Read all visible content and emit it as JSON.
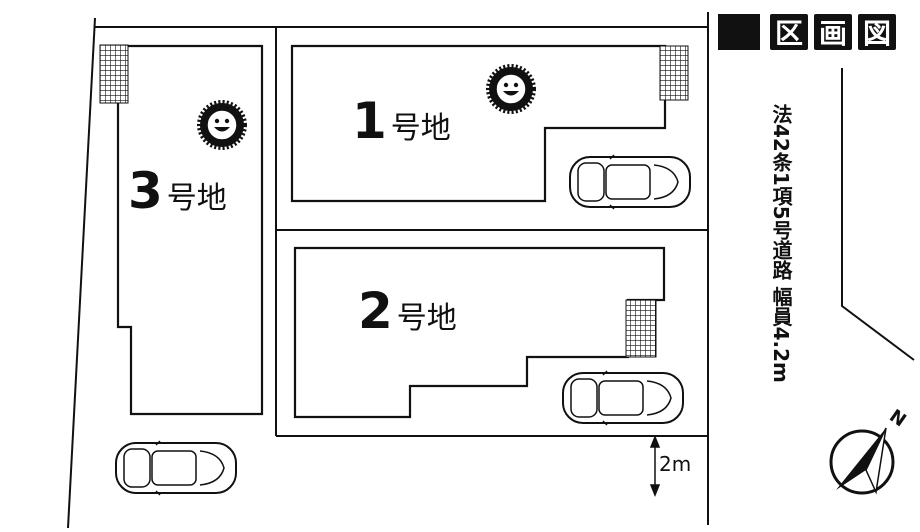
{
  "title": {
    "chars": [
      "区",
      "画",
      "図"
    ]
  },
  "lots": [
    {
      "num": "1",
      "suffix": "号地"
    },
    {
      "num": "2",
      "suffix": "号地"
    },
    {
      "num": "3",
      "suffix": "号地"
    }
  ],
  "road": {
    "note": "法42条1項5号道路 幅員4.2m"
  },
  "dimension": {
    "label": "2m"
  },
  "compass": {
    "label": "N"
  },
  "icons": {
    "sun": "sun-face-icon",
    "car": "car-icon",
    "shrub": "planting-hatch",
    "compass": "north-arrow-icon"
  }
}
